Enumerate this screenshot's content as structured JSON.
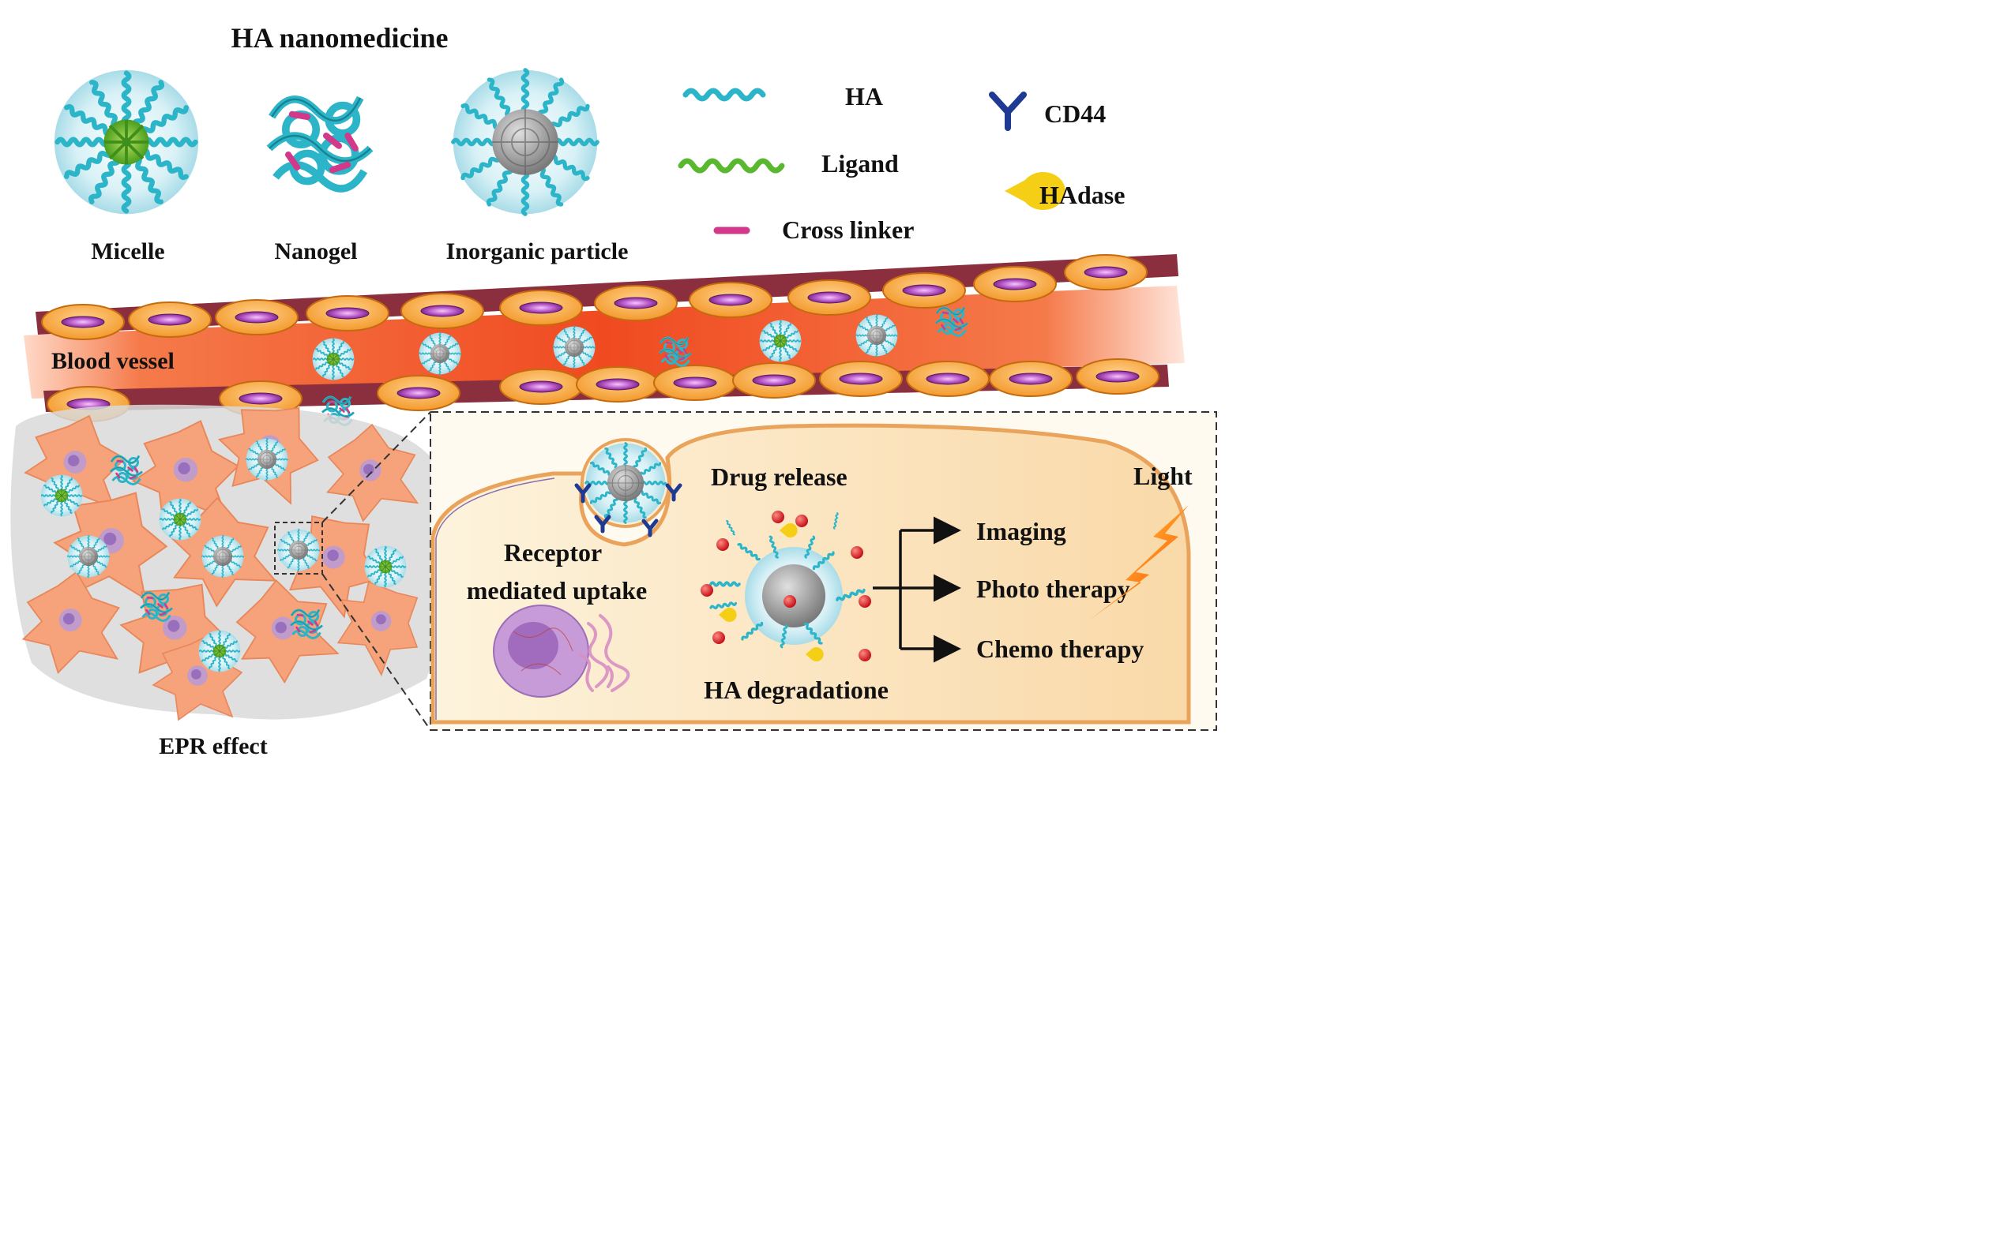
{
  "title": "HA nanomedicine",
  "particle_types": [
    {
      "label": "Micelle"
    },
    {
      "label": "Nanogel"
    },
    {
      "label": "Inorganic particle"
    }
  ],
  "legend": {
    "ha": "HA",
    "ligand": "Ligand",
    "cross_linker": "Cross linker",
    "cd44": "CD44",
    "hadase": "HAdase"
  },
  "regions": {
    "blood_vessel": "Blood vessel",
    "epr_effect": "EPR effect"
  },
  "cell_panel": {
    "drug_release": "Drug release",
    "receptor_line1": "Receptor",
    "receptor_line2": "mediated uptake",
    "ha_degradation": "HA degradatione",
    "light": "Light",
    "outcomes": [
      "Imaging",
      "Photo therapy",
      "Chemo therapy"
    ]
  },
  "colors": {
    "ha_teal": "#2cb5c8",
    "ligand_green": "#5ab82e",
    "cross_linker_magenta": "#d2398a",
    "cd44_blue": "#1f3a93",
    "hadase_yellow": "#f4cf16",
    "vessel_red": "#f05a28",
    "vessel_wall": "#8b2f3f",
    "endothelial_orange": "#f7a83a",
    "tumor_cell": "#f6a27a",
    "cell_panel_bg": "#fbe6c4"
  }
}
